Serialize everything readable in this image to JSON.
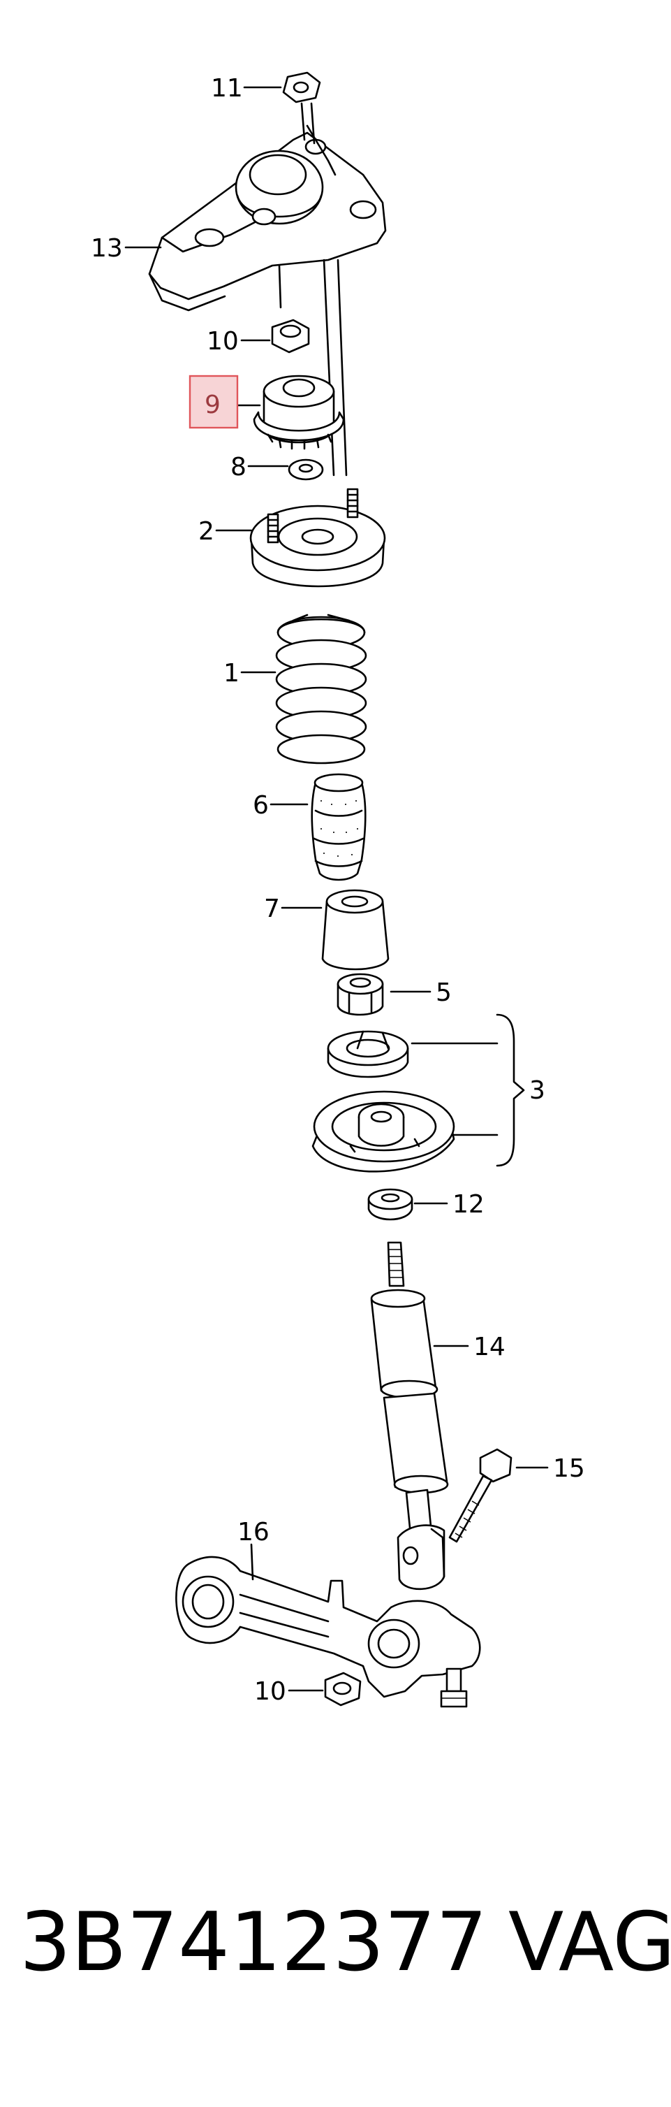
{
  "diagram": {
    "callouts": [
      {
        "id": "11",
        "label": "11"
      },
      {
        "id": "13",
        "label": "13"
      },
      {
        "id": "10a",
        "label": "10"
      },
      {
        "id": "9",
        "label": "9",
        "highlighted": true
      },
      {
        "id": "8",
        "label": "8"
      },
      {
        "id": "2",
        "label": "2"
      },
      {
        "id": "1",
        "label": "1"
      },
      {
        "id": "6",
        "label": "6"
      },
      {
        "id": "7",
        "label": "7"
      },
      {
        "id": "5",
        "label": "5"
      },
      {
        "id": "3",
        "label": "3"
      },
      {
        "id": "12",
        "label": "12"
      },
      {
        "id": "14",
        "label": "14"
      },
      {
        "id": "15",
        "label": "15"
      },
      {
        "id": "16",
        "label": "16"
      },
      {
        "id": "10b",
        "label": "10"
      }
    ],
    "highlight_color": "#e0555a",
    "highlight_fill": "#f7d4d6"
  },
  "footer": {
    "part_number": "3B7412377",
    "vendor": "VAG"
  }
}
